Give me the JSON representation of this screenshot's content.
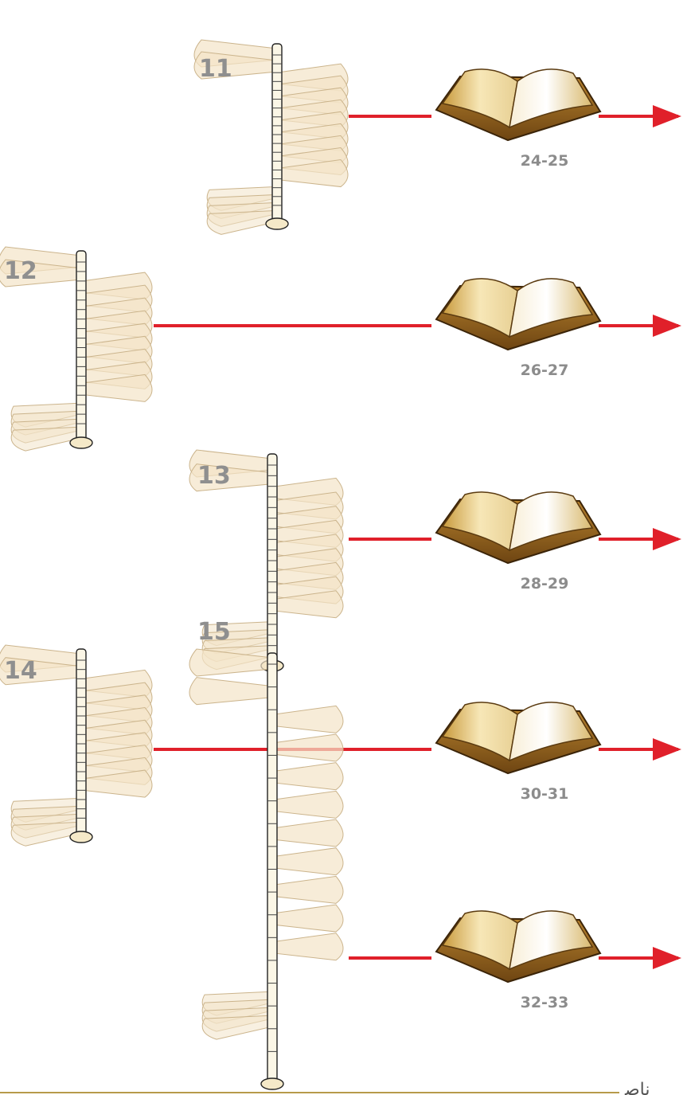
{
  "colors": {
    "connector": "#e0202a",
    "label": "#8f8f8f",
    "step": "#f3e4c8",
    "step_edge": "#cbb48c",
    "book_cover": "#8a5a1c",
    "book_page": "#f2e3b6",
    "footer_rule": "#b79a4a"
  },
  "levels": [
    {
      "label": "11",
      "pages": "24-25"
    },
    {
      "label": "12",
      "pages": "26-27"
    },
    {
      "label": "13",
      "pages": "28-29"
    },
    {
      "label": "14",
      "pages": "30-31"
    },
    {
      "label": "15",
      "pages": "32-33"
    }
  ],
  "footer": {
    "text": "ﻧﺎﺻ"
  }
}
